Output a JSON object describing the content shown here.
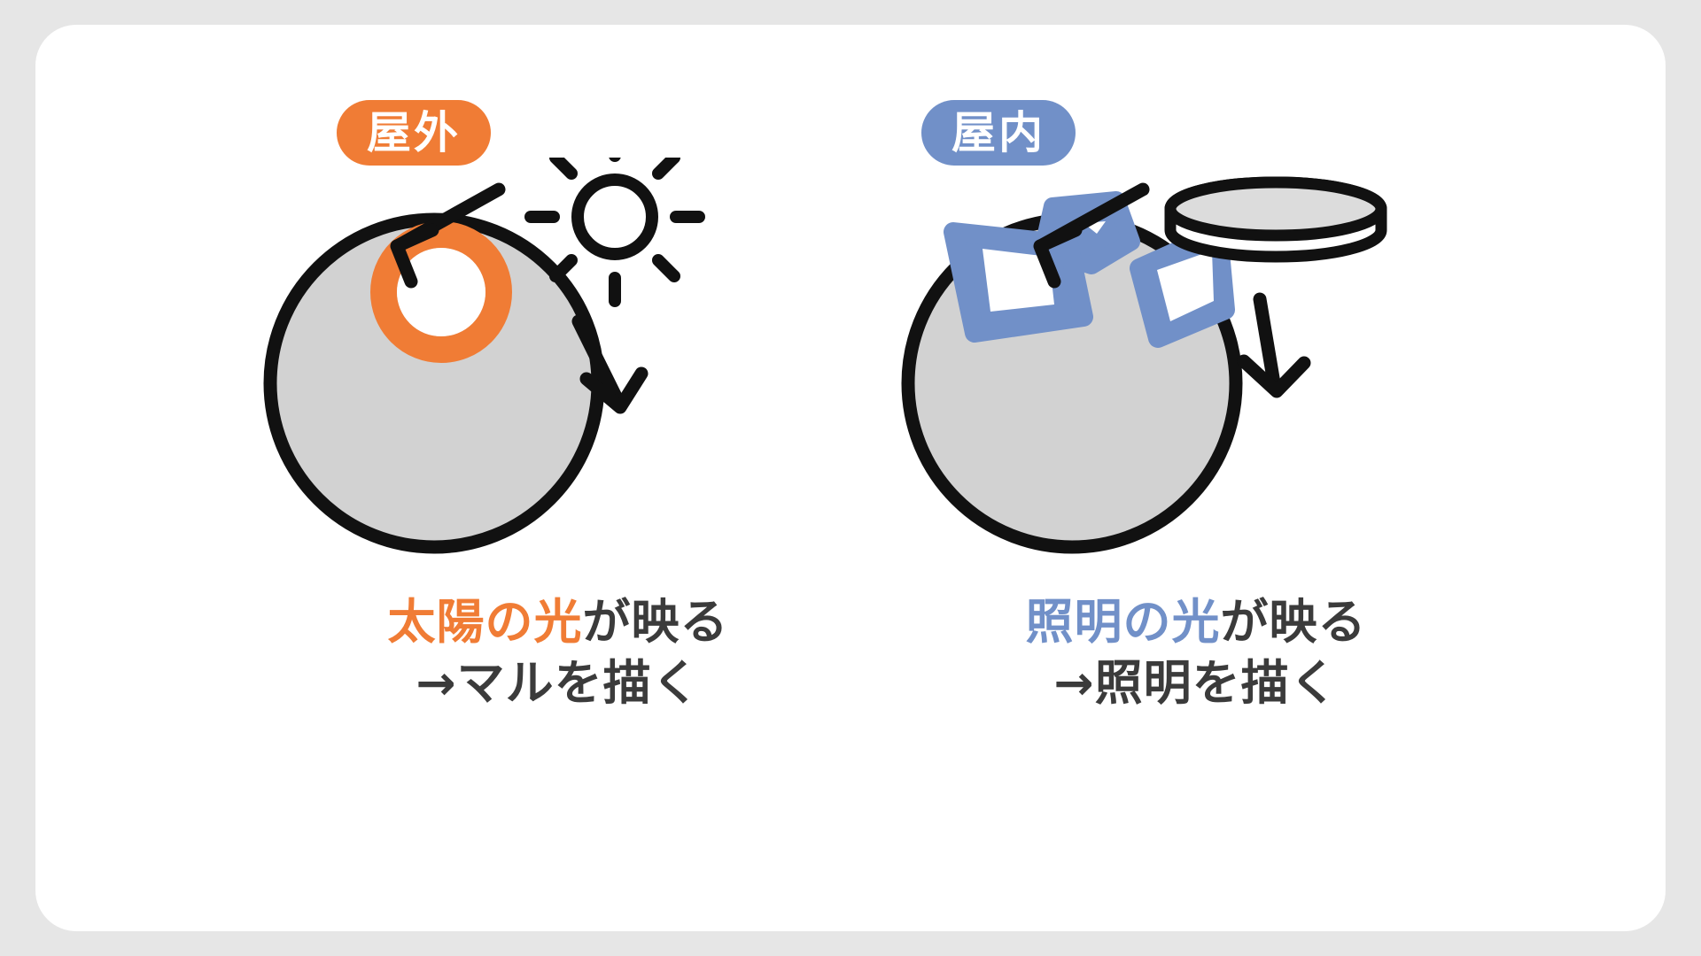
{
  "background_color": "#e6e6e6",
  "card_color": "#ffffff",
  "colors": {
    "orange": "#f07c35",
    "blue": "#7190c8",
    "ink": "#3b3b3b",
    "outline": "#111111",
    "sphere_fill": "#d2d2d2",
    "highlight_fill": "#ffffff"
  },
  "panels": [
    {
      "id": "outdoor",
      "badge": {
        "label": "屋外",
        "background": "#f07c35",
        "text_color": "#ffffff"
      },
      "light_source": {
        "icon": "sun-icon",
        "name": "太陽"
      },
      "sphere": {
        "name": "球体",
        "fill": "#d2d2d2",
        "highlight_style": "circle",
        "highlight_ring_color": "#f07c35",
        "highlight_core_color": "#ffffff"
      },
      "arrows": [
        {
          "name": "incoming-light-arrow",
          "direction": "up-left"
        },
        {
          "name": "outgoing-light-arrow",
          "direction": "down-right"
        }
      ],
      "caption": {
        "line1_accent": "太陽の光",
        "line1_rest": "が映る",
        "line2": "→マルを描く",
        "accent_color": "#f07c35"
      }
    },
    {
      "id": "indoor",
      "badge": {
        "label": "屋内",
        "background": "#7190c8",
        "text_color": "#ffffff"
      },
      "light_source": {
        "icon": "ceiling-light-icon",
        "name": "照明"
      },
      "sphere": {
        "name": "球体",
        "fill": "#d2d2d2",
        "highlight_style": "panels",
        "highlight_ring_color": "#7190c8",
        "highlight_core_color": "#ffffff",
        "highlight_count": 3
      },
      "arrows": [
        {
          "name": "incoming-light-arrow",
          "direction": "up-left"
        },
        {
          "name": "outgoing-light-arrow",
          "direction": "down-right"
        }
      ],
      "caption": {
        "line1_accent": "照明の光",
        "line1_rest": "が映る",
        "line2": "→照明を描く",
        "accent_color": "#7190c8"
      }
    }
  ]
}
